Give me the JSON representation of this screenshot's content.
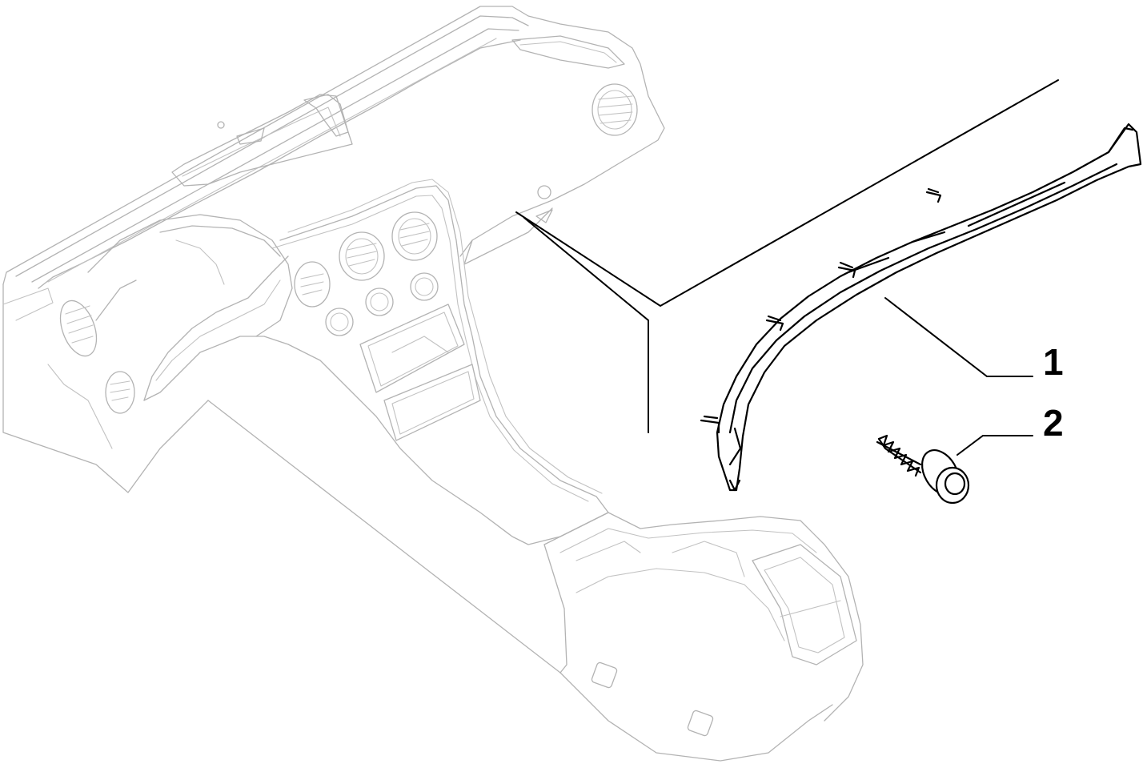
{
  "diagram": {
    "callouts": [
      {
        "id": "1",
        "label": "1"
      },
      {
        "id": "2",
        "label": "2"
      }
    ],
    "colors": {
      "line_art": "#000000",
      "background_part": "#b3b3b3",
      "background": "#ffffff"
    }
  }
}
